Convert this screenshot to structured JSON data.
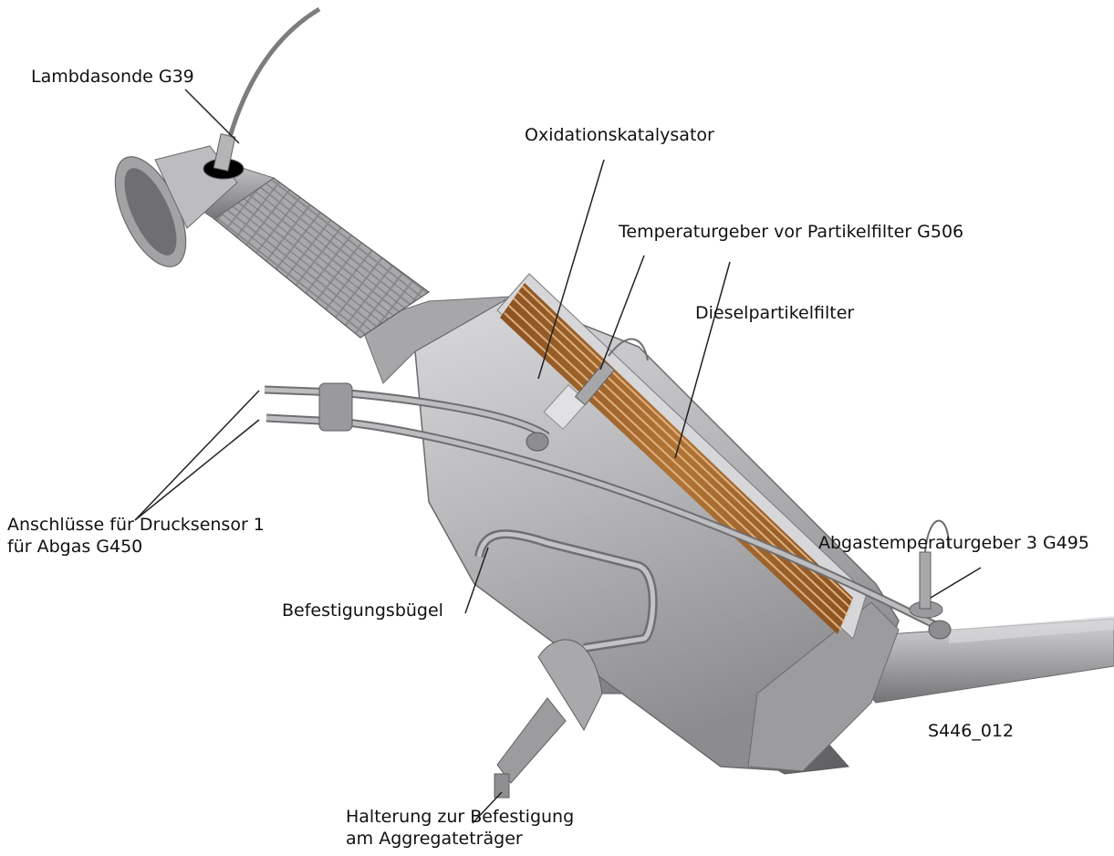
{
  "labels": {
    "lambda_sensor": "Lambdasonde G39",
    "oxidation_catalyst": "Oxidationskatalysator",
    "temp_sensor_before_dpf": "Temperaturgeber vor Partikelfilter G506",
    "diesel_particulate_filter": "Dieselpartikelfilter",
    "exhaust_temp_sensor_3": "Abgastemperaturgeber 3 G495",
    "pressure_connections": [
      "Anschlüsse für Drucksensor 1",
      "für Abgas G450"
    ],
    "mounting_bracket": "Befestigungsbügel",
    "holder": [
      "Halterung zur Befestigung",
      "am Aggregateträger"
    ]
  },
  "figure_id": "S446_012",
  "colors": {
    "metal_dark": "#6f6f71",
    "metal_mid": "#9a9a9c",
    "metal_light": "#c9c9cb",
    "filter_core": "#a86a30",
    "filter_stripe": "#e3b27a",
    "leader": "#222222"
  }
}
